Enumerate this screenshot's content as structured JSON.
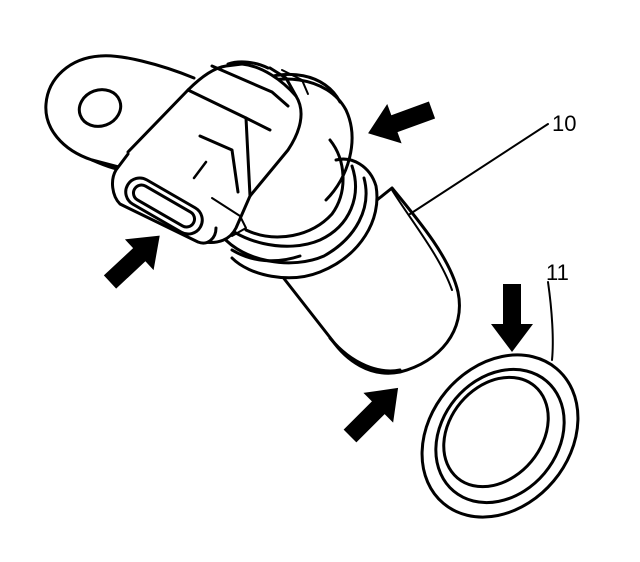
{
  "diagram": {
    "callouts": [
      {
        "id": "10",
        "label": "10"
      },
      {
        "id": "11",
        "label": "11"
      }
    ],
    "colors": {
      "ink": "#000000",
      "paper": "#ffffff"
    },
    "icons": [
      "arrow-icon"
    ]
  }
}
